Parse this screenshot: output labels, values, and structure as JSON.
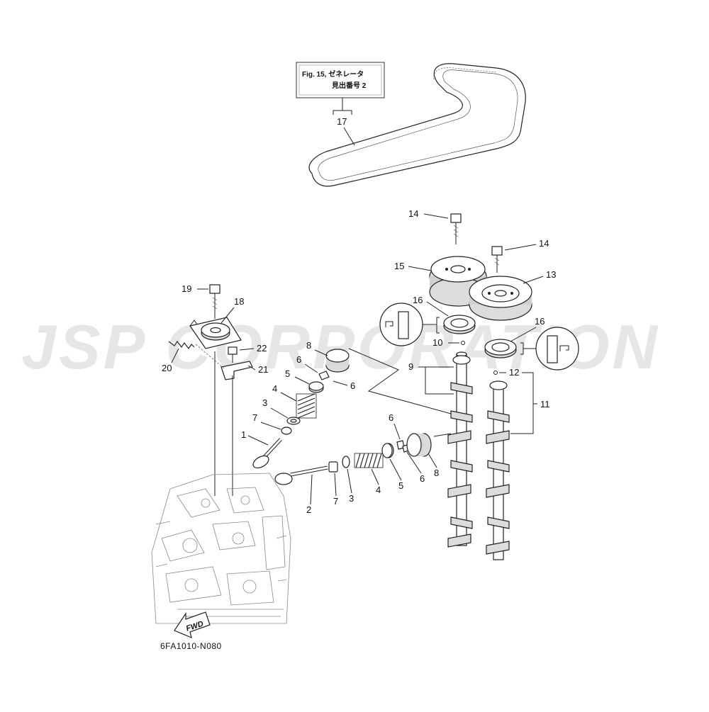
{
  "watermark": "JSP CORPORATION",
  "reference_box": {
    "line1": "Fig. 15, ゼネレータ",
    "line2": "見出番号 2"
  },
  "drawing_code": "6FA1010-N080",
  "fwd_label": "FWD",
  "callouts": {
    "c1": "1",
    "c2": "2",
    "c3a": "3",
    "c3b": "3",
    "c4a": "4",
    "c4b": "4",
    "c5a": "5",
    "c5b": "5",
    "c6a": "6",
    "c6b": "6",
    "c6c": "6",
    "c6d": "6",
    "c7a": "7",
    "c7b": "7",
    "c8a": "8",
    "c8b": "8",
    "c9": "9",
    "c10": "10",
    "c11": "11",
    "c12": "12",
    "c13": "13",
    "c14a": "14",
    "c14b": "14",
    "c15": "15",
    "c16a": "16",
    "c16b": "16",
    "c17": "17",
    "c18": "18",
    "c19": "19",
    "c20": "20",
    "c21": "21",
    "c22": "22"
  }
}
